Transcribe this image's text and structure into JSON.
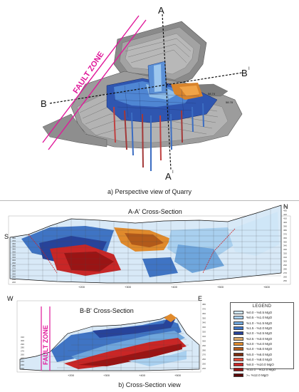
{
  "top_view": {
    "label_a": "A",
    "label_a_prime": "A",
    "label_a_prime_mark": "I",
    "label_b": "B",
    "label_b_prime": "B",
    "label_b_prime_mark": "I",
    "fault_zone": "FAULT ZONE",
    "caption": "a)  Perspective view of Quarry",
    "bench_labels": [
      "58.74",
      "58.78"
    ],
    "fault_color": "#e0189a"
  },
  "section_aa": {
    "title": "A-A' Cross-Section",
    "left_label": "S",
    "right_label": "N",
    "x_ticks": [
      "+200",
      "+300",
      "+400",
      "+500",
      "+600"
    ],
    "y_ticks_left": [
      "380",
      "370",
      "360",
      "350",
      "340",
      "330",
      "320",
      "310",
      "300",
      "290",
      "280",
      "270",
      "260",
      "250",
      "240",
      "230",
      "220"
    ],
    "y_ticks_right": [
      "440",
      "430",
      "420",
      "410",
      "400",
      "390",
      "380",
      "370",
      "360",
      "350",
      "340",
      "330",
      "320",
      "310",
      "300",
      "290",
      "280",
      "270",
      "260",
      "250"
    ]
  },
  "section_bb": {
    "title": "B-B' Cross-Section",
    "left_label": "W",
    "right_label": "E",
    "fault_zone": "FAULT ZONE",
    "x_ticks": [
      "+200",
      "+300",
      "+400",
      "+500"
    ],
    "y_ticks_left": [
      "310",
      "300",
      "290",
      "280",
      "270",
      "260",
      "250",
      "240",
      "230",
      "220"
    ],
    "y_ticks_right": [
      "380",
      "370",
      "360",
      "350",
      "340",
      "330",
      "320",
      "310",
      "300",
      "290",
      "280",
      "270",
      "260",
      "250",
      "240"
    ]
  },
  "bottom_caption": "b)  Cross-Section view",
  "legend": {
    "title": "LEGEND",
    "items": [
      {
        "label": "%0.0 - %0.5 MgO",
        "color": "#cfe6f7"
      },
      {
        "label": "%0.5 - %1.0 MgO",
        "color": "#a9d0ef"
      },
      {
        "label": "%1.0 - %1.5 MgO",
        "color": "#6fa6dc"
      },
      {
        "label": "%1.5 - %2.0 MgO",
        "color": "#3f74c4"
      },
      {
        "label": "%2.0 - %2.5 MgO",
        "color": "#27439a"
      },
      {
        "label": "%2.5 - %3.0 MgO",
        "color": "#d9a86a"
      },
      {
        "label": "%3.0 - %4.0 MgO",
        "color": "#e08a2c"
      },
      {
        "label": "%4.0 - %5.0 MgO",
        "color": "#b25a1a"
      },
      {
        "label": "%5.0 - %6.0 MgO",
        "color": "#7a2d10"
      },
      {
        "label": "%6.0 - %8.0 MgO",
        "color": "#e24a3a"
      },
      {
        "label": "%8.0 - %10.0 MgO",
        "color": "#c92626"
      },
      {
        "label": "%10.0 - %12.0 MgO",
        "color": "#9a1414"
      },
      {
        "label": ">= %12.0 MgO",
        "color": "#5a0808"
      }
    ]
  }
}
